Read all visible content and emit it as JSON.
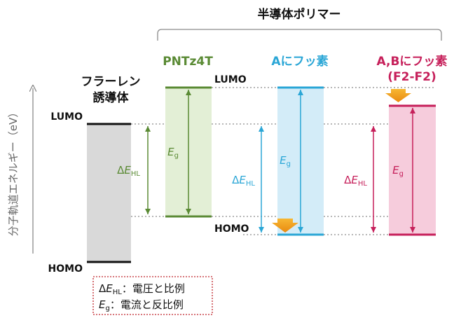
{
  "header": {
    "group_title": "半導体ポリマー",
    "fullerene_line1": "フラーレン",
    "fullerene_line2": "誘導体",
    "pntz4t": "PNTz4T",
    "a_fluoro": "Aにフッ素",
    "ab_fluoro_line1": "A,Bにフッ素",
    "ab_fluoro_line2": "(F2-F2)"
  },
  "levels": {
    "lumo": "LUMO",
    "homo": "HOMO"
  },
  "axis": {
    "label": "分子軌道エネルギー（eV）"
  },
  "symbols": {
    "delta": "Δ",
    "e_italic": "E",
    "hl_sub": "HL",
    "g_sub": "g"
  },
  "legend": {
    "line1_text": "：電圧と比例",
    "line2_text": "：電流と反比例"
  },
  "colors": {
    "fullerene": "#d9d9d9",
    "pntz4t": "#5a8a34",
    "pntz4t_fill": "#e3efd6",
    "a_fluoro": "#2aa6d6",
    "a_fluoro_fill": "#d3ecf8",
    "ab_fluoro": "#c61f5a",
    "ab_fluoro_fill": "#f6ccdc",
    "shift_arrow": "#f0a21e",
    "legend_border": "#c0262d"
  }
}
